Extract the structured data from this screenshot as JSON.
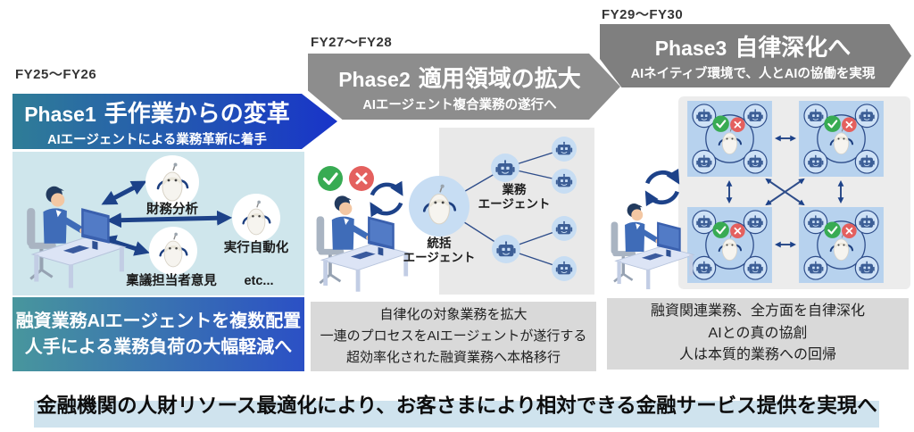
{
  "phases": [
    {
      "fy_label": "FY25～FY26",
      "phase_name": "Phase1",
      "title": "手作業からの変革",
      "subtitle": "AIエージェントによる業務革新に着手",
      "agents": {
        "financial_analysis": "財務分析",
        "execution_automation": "実行自動化",
        "approval_staff_opinion": "稟議担当者意見",
        "etc": "etc..."
      },
      "summary": [
        "融資業務AIエージェントを複数配置",
        "人手による業務負荷の大幅軽減へ"
      ]
    },
    {
      "fy_label": "FY27～FY28",
      "phase_name": "Phase2",
      "title": "適用領域の拡大",
      "subtitle": "AIエージェント複合業務の遂行へ",
      "agents": {
        "coordinator_line1": "統括",
        "coordinator_line2": "エージェント",
        "worker_line1": "業務",
        "worker_line2": "エージェント"
      },
      "summary": [
        "自律化の対象業務を拡大",
        "一連のプロセスをAIエージェントが遂行する",
        "超効率化された融資業務へ本格移行"
      ]
    },
    {
      "fy_label": "FY29～FY30",
      "phase_name": "Phase3",
      "title": "自律深化へ",
      "subtitle": "AIネイティブ環境で、人とAIの協働を実現",
      "summary": [
        "融資関連業務、全方面を自律深化",
        "AIとの真の協創",
        "人は本質的業務への回帰"
      ]
    }
  ],
  "footer": {
    "message": "金融機関の人財リソース最適化により、お客さまにより相対できる金融サービス提供を実現へ"
  },
  "colors": {
    "phase1_gradient_start": "#2f7d97",
    "phase1_gradient_end": "#1834c9",
    "phase2_banner": "#8d8d8d",
    "phase3_banner": "#7f7f7f",
    "panel1_bg": "#cfe6ec",
    "summary1_gradient_start": "#48969d",
    "summary1_gradient_end": "#2b50c5",
    "summary_gray_bg": "#d9d9d9",
    "footer_band": "#cfe3ee",
    "check_green": "#38ab53",
    "cross_red": "#e4605e",
    "arrow_navy": "#1d4289",
    "agent_face_blue": "#3c5e96",
    "agent_circle_blue": "#c7ddf3",
    "cluster_square_blue": "#b7d2ee"
  }
}
